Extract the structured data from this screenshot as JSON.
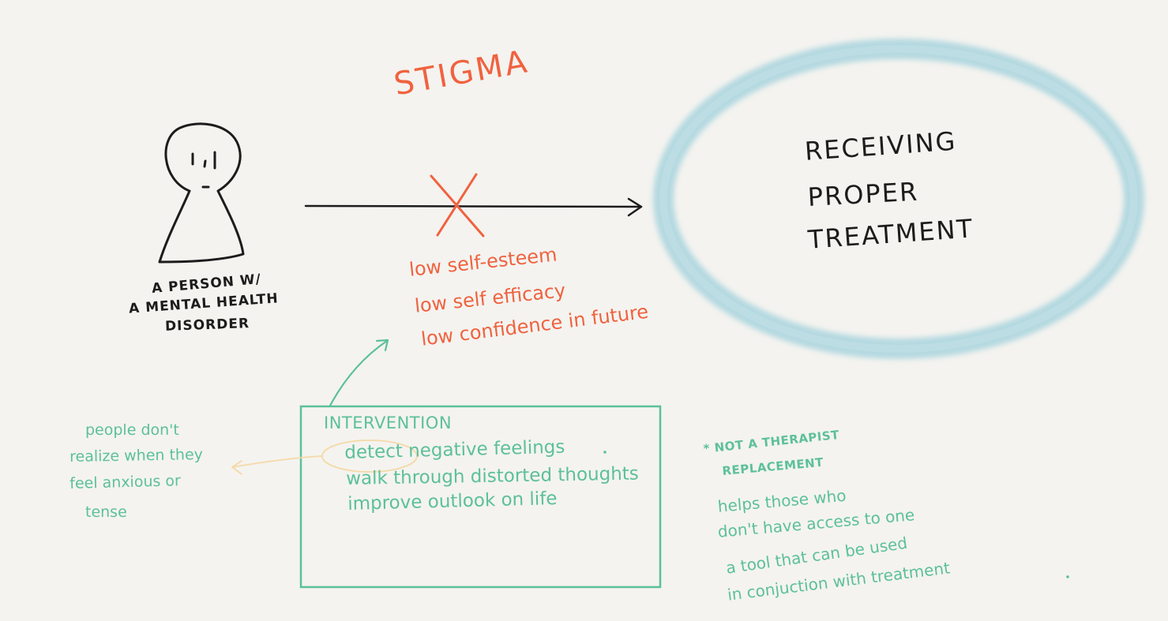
{
  "person": {
    "label_lines": [
      "A PERSON W/",
      "A MENTAL HEALTH",
      "DISORDER"
    ]
  },
  "barrier": {
    "title": "STIGMA",
    "effects": [
      "low self-esteem",
      "low self efficacy",
      "low confidence in future"
    ]
  },
  "goal": {
    "lines": [
      "RECEIVING",
      "PROPER",
      "TREATMENT"
    ]
  },
  "intervention": {
    "heading": "INTERVENTION",
    "items": [
      "detect negative feelings",
      "walk through distorted thoughts",
      "improve outlook on life"
    ]
  },
  "side_note": {
    "lines": [
      "people don't",
      "realize when they",
      "feel anxious or",
      "tense"
    ]
  },
  "notes": {
    "disclaimer_lines": [
      "* NOT A THERAPIST",
      "REPLACEMENT"
    ],
    "help_lines": [
      "helps those who",
      "don't have access to one"
    ],
    "tool_lines": [
      "a tool that can be used",
      "in conjuction with treatment"
    ]
  },
  "colors": {
    "ink": "#1c1c1c",
    "stigma": "#f0623f",
    "intervention": "#5cc09a",
    "goal_ring": "#a9d4de",
    "highlight": "#f5d9a8",
    "background": "#f4f3ef"
  }
}
